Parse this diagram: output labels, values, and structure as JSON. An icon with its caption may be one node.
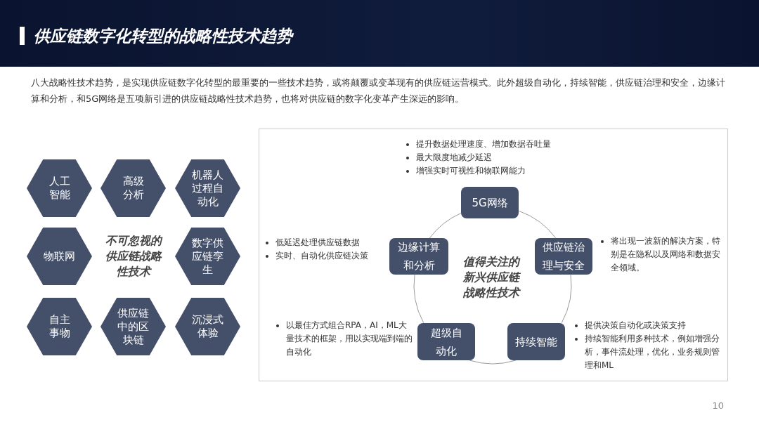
{
  "diagram": {
    "title": "供应链数字化转型的战略性技术趋势",
    "nodes": [
      {
        "text": [
          "人工智能"
        ]
      },
      {
        "text": [
          "高级分析"
        ]
      },
      {
        "text": [
          "机器人过程自动化"
        ]
      },
      {
        "text": [
          "物联网"
        ]
      },
      {
        "text": [
          "数字供应链孪生"
        ]
      },
      {
        "text": [
          "自主事物"
        ]
      },
      {
        "text": [
          "供应链中的区块链"
        ]
      },
      {
        "text": [
          "沉浸式体验"
        ]
      },
      {
        "text": [
          "值得关注的新兴供应链战略性技术"
        ]
      },
      {
        "text": [
          "5G网络"
        ],
        "in": 8,
        "beside": [
          "提升数据处理速度、增加数据吞吐量",
          "最大限度地减少延迟",
          "增强实时可视性和物联网能力"
        ]
      },
      {
        "text": [
          "边缘计算和分析"
        ],
        "in": 8,
        "beside": [
          "低延迟处理供应链数据",
          "实时、自动化供应链决策"
        ]
      },
      {
        "text": [
          "供应链治理与安全"
        ],
        "in": 8,
        "beside": [
          "将出现一波新的解决方案，特别是在隐私以及网络和数据安全领域。"
        ]
      },
      {
        "text": [
          "超级自动化"
        ],
        "in": 8,
        "beside": [
          "以最佳方式组合RPA，AI，ML大量技术的框架，用以实现端到端的自动化"
        ]
      },
      {
        "text": [
          "持续智能"
        ],
        "in": 8,
        "beside": [
          "提供决策自动化或决策支持",
          "持续智能利用多种技术，例如增强分析，事件流处理，优化，业务规则管理和ML"
        ]
      }
    ],
    "edges": [
      {
        "from": 9,
        "to": 11,
        "arrow": "none"
      },
      {
        "from": 11,
        "to": 13,
        "arrow": "none"
      },
      {
        "from": 13,
        "to": 12,
        "arrow": "none"
      },
      {
        "from": 12,
        "to": 10,
        "arrow": "none"
      },
      {
        "from": 10,
        "to": 9,
        "arrow": "none"
      }
    ],
    "labels": [
      "八大战略性技术趋势，是实现供应链数字化转型的最重要的一些技术趋势，或将颠覆或变革现有的供应链运营模式。此外超级自动化，持续智能，供应链治理和安全，边缘计算和分析，和5G网络是五项新引进的供应链战略性技术趋势，也将对供应链的数字化变革产生深远的影响。",
      "不可忽视的供应链战略性技术",
      "10"
    ]
  }
}
